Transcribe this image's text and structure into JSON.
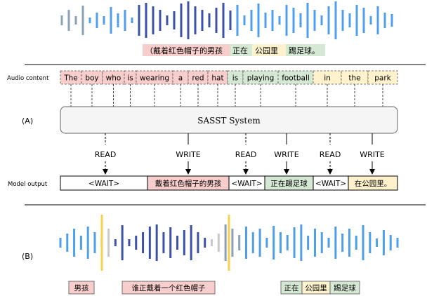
{
  "colors": {
    "pink": "#f8cecc",
    "green": "#d5e8d4",
    "yellow": "#fff2cc",
    "gray_box": "#f5f5f5",
    "wave_light": "#4f9ee8",
    "wave_dark": "#3c52a8",
    "wave_gray": "#8aa2b8",
    "wave_pale": "#c9c9c9",
    "marker": "#f7d24a"
  },
  "top_translation": [
    {
      "text": "（戴着红色帽子的男孩",
      "color": "pink"
    },
    {
      "text": "正在",
      "color": "green"
    },
    {
      "text": "公园里",
      "color": "yellow"
    },
    {
      "text": "踢足球。",
      "color": "green"
    }
  ],
  "audio_label": "Audio content",
  "audio_words": [
    {
      "text": "The",
      "color": "pink"
    },
    {
      "text": "boy",
      "color": "pink"
    },
    {
      "text": "who",
      "color": "pink"
    },
    {
      "text": "is",
      "color": "pink"
    },
    {
      "text": "wearing",
      "color": "pink"
    },
    {
      "text": "a",
      "color": "pink"
    },
    {
      "text": "red",
      "color": "pink"
    },
    {
      "text": "hat",
      "color": "pink"
    },
    {
      "text": "is",
      "color": "green"
    },
    {
      "text": "playing",
      "color": "green"
    },
    {
      "text": "football",
      "color": "green"
    },
    {
      "text": "in",
      "color": "yellow"
    },
    {
      "text": "the",
      "color": "yellow"
    },
    {
      "text": "park",
      "color": "yellow"
    }
  ],
  "section_a_label": "(A)",
  "system_label": "SASST System",
  "actions": [
    "READ",
    "WRITE",
    "READ",
    "WRITE",
    "READ",
    "WRITE"
  ],
  "model_output_label": "Model output",
  "model_output": [
    {
      "text": "<WAIT>",
      "color": "none"
    },
    {
      "text": "戴着红色帽子的男孩",
      "color": "pink"
    },
    {
      "text": "<WAIT>",
      "color": "none"
    },
    {
      "text": "正在踢足球",
      "color": "green"
    },
    {
      "text": "<WAIT>",
      "color": "none"
    },
    {
      "text": "在公园里。",
      "color": "yellow"
    }
  ],
  "section_b_label": "(B)",
  "bottom_segments": [
    {
      "text": "男孩",
      "color": "pink"
    },
    {
      "text": "谁正戴着一个红色帽子",
      "color": "pink"
    },
    {
      "text": "正在",
      "color": "green"
    },
    {
      "text": "公园里",
      "color": "yellow"
    },
    {
      "text": "踢足球",
      "color": "green"
    }
  ]
}
